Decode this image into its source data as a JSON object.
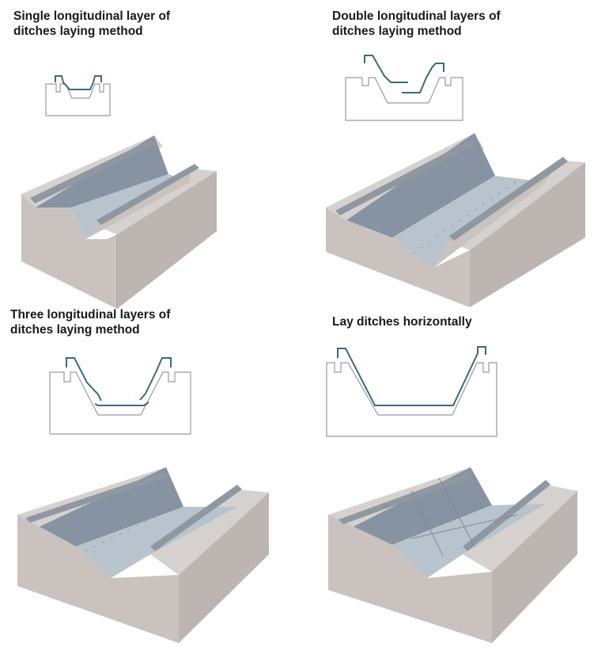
{
  "panels": [
    {
      "id": "single",
      "title_line1": "Single longitudinal layer of",
      "title_line2": "ditches laying method"
    },
    {
      "id": "double",
      "title_line1": "Double longitudinal layers of",
      "title_line2": "ditches laying method"
    },
    {
      "id": "three",
      "title_line1": "Three longitudinal layers of",
      "title_line2": "ditches laying method"
    },
    {
      "id": "horizontal",
      "title_line1": "Lay ditches horizontally",
      "title_line2": ""
    }
  ],
  "colors": {
    "liner": "#3c6a7e",
    "outline": "#9a9a9a",
    "soil_top": "#d6d1cf",
    "soil_front": "#c9c2bf",
    "soil_side": "#bdb5b2",
    "slope_far": "#8793a3",
    "slope_near": "#a9b3bf",
    "floor": "#b9c3cd",
    "rail": "#8f98a2"
  }
}
